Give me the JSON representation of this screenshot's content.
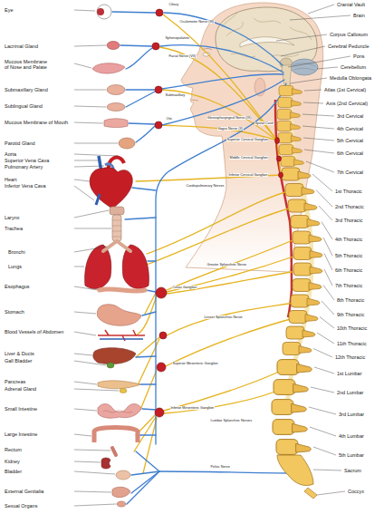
{
  "diagram": {
    "labels": [
      "Eye",
      "Lacrimal Gland",
      "Mucous Membrane of Nose and Palate",
      "Submaxillary Gland",
      "Sublingual Gland",
      "Mucous Membrane of Mouth",
      "Parotid Gland",
      "Aorta",
      "Superior Vena Cava",
      "Pulmonary Artery",
      "Heart",
      "Inferior Vena Cava",
      "Larynx",
      "Trachea",
      "Bronchi",
      "Lungs",
      "Esophagus",
      "Stomach",
      "Blood Vessels of Abdomen",
      "Liver & Ducts",
      "Gall Bladder",
      "Pancreas",
      "Adrenal Gland",
      "Small Intestine",
      "Large Intestine",
      "Rectum",
      "Kidney",
      "Bladder",
      "External Genitalia",
      "Sexual Organs",
      "Ciliary",
      "Oculomotor Nerve (III)",
      "Sphenopalatine",
      "Facial Nerve (VII)",
      "Submaxillary",
      "Otic",
      "Glossopharyngeal Nerve (IX)",
      "Vagus Nerve (X)",
      "Spinal Cord",
      "Superior Cervical Ganglion",
      "Middle Cervical Ganglion",
      "Inferior Cervical Ganglion",
      "Cardiopulmonary Nerves",
      "Celiac Ganglion",
      "Greater Splanchnic Nerve",
      "Lesser Splanchnic Nerve",
      "Superior Mesenteric Ganglion",
      "Inferior Mesenteric Ganglion",
      "Lumbar Splanchnic Nerves",
      "Pelvic Nerve",
      "Cranial Vault",
      "Brain",
      "Corpus Callosum",
      "Cerebral Peduncle",
      "Pons",
      "Cerebellum",
      "Medulla Oblongata",
      "Atlas (1st Cervical)",
      "Axis (2nd Cervical)",
      "3rd Cervical",
      "4th Cervical",
      "5th Cervical",
      "6th Cervical",
      "7th Cervical",
      "1st Thoracic",
      "2nd Thoracic",
      "3rd Thoracic",
      "4th Thoracic",
      "5th Thoracic",
      "6th Thoracic",
      "7th Thoracic",
      "8th Thoracic",
      "9th Thoracic",
      "10th Thoracic",
      "11th Thoracic",
      "12th Thoracic",
      "1st Lumbar",
      "2nd Lumbar",
      "3rd Lumbar",
      "4th Lumbar",
      "5th Lumbar",
      "Sacrum",
      "Coccyx"
    ]
  }
}
